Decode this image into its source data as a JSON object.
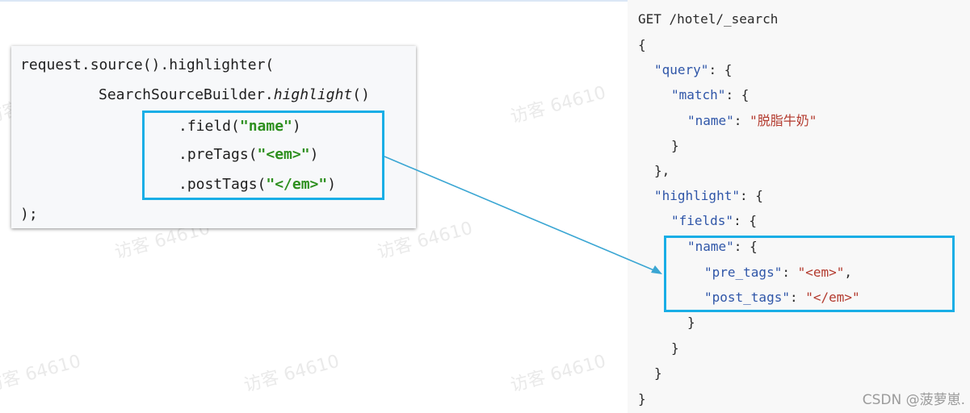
{
  "watermark": "访客 64610",
  "java_code": {
    "line1": "request.source().highlighter(",
    "line2_a": "SearchSourceBuilder.",
    "line2_b": "highlight",
    "line2_c": "()",
    "line3_a": ".field(",
    "line3_b": "\"name\"",
    "line3_c": ")",
    "line4_a": ".preTags(",
    "line4_b": "\"<em>\"",
    "line4_c": ")",
    "line5_a": ".postTags(",
    "line5_b": "\"</em>\"",
    "line5_c": ")",
    "line6": ");"
  },
  "dsl": {
    "l1": "GET /hotel/_search",
    "l2": "{",
    "l3_k": "\"query\"",
    "l3_r": ": {",
    "l4_k": "\"match\"",
    "l4_r": ": {",
    "l5_k": "\"name\"",
    "l5_m": ": ",
    "l5_v": "\"脱脂牛奶\"",
    "l6": "}",
    "l7": "},",
    "l8_k": "\"highlight\"",
    "l8_r": ": {",
    "l9_k": "\"fields\"",
    "l9_r": ": {",
    "l10_k": "\"name\"",
    "l10_r": ": {",
    "l11_k": "\"pre_tags\"",
    "l11_m": ": ",
    "l11_v": "\"<em>\"",
    "l11_e": ",",
    "l12_k": "\"post_tags\"",
    "l12_m": ": ",
    "l12_v": "\"</em>\"",
    "l13": "}",
    "l14": "}",
    "l15": "}",
    "l16": "}"
  },
  "colors": {
    "highlight_box": "#19aee6",
    "string_green": "#2d8f1e",
    "json_key": "#2f56a8",
    "json_value": "#b33a2e"
  },
  "footer": "CSDN @菠萝崽."
}
